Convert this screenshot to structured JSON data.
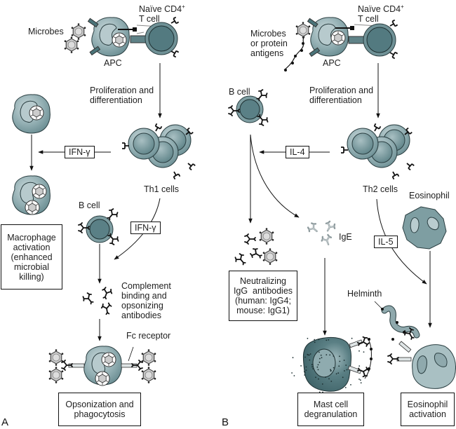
{
  "figure": {
    "panels": [
      {
        "id": "A",
        "letter": "A",
        "labels": {
          "microbes": "Microbes",
          "apc": "APC",
          "naive_t_cell_line1": "Naïve CD4",
          "naive_t_cell_sup": "+",
          "naive_t_cell_line2": "T cell",
          "prolif_line1": "Proliferation and",
          "prolif_line2": "differentiation",
          "th_cells": "Th1 cells",
          "b_cell": "B cell",
          "complement_line1": "Complement",
          "complement_line2": "binding and",
          "complement_line3": "opsonizing",
          "complement_line4": "antibodies",
          "fc_receptor": "Fc receptor"
        },
        "cytokines": {
          "to_macrophage": "IFN-γ",
          "to_b_cell": "IFN-γ"
        },
        "outcomes": {
          "macrophage": [
            "Macrophage",
            "activation",
            "(enhanced",
            "microbial",
            "killing)"
          ],
          "opsonization": [
            "Opsonization and",
            "phagocytosis"
          ]
        }
      },
      {
        "id": "B",
        "letter": "B",
        "labels": {
          "microbes_line1": "Microbes",
          "microbes_line2": "or protein",
          "microbes_line3": "antigens",
          "apc": "APC",
          "naive_t_cell_line1": "Naïve CD4",
          "naive_t_cell_sup": "+",
          "naive_t_cell_line2": "T cell",
          "prolif_line1": "Proliferation and",
          "prolif_line2": "differentiation",
          "th_cells": "Th2 cells",
          "b_cell": "B cell",
          "ige": "IgE",
          "eosinophil": "Eosinophil",
          "helminth": "Helminth"
        },
        "cytokines": {
          "to_b_cell": "IL-4",
          "to_eosinophil": "IL-5"
        },
        "outcomes": {
          "neutralizing": [
            "Neutralizing",
            "IgG  antibodies",
            "(human: IgG4;",
            "mouse: IgG1)"
          ],
          "mast_cell": [
            "Mast cell",
            "degranulation"
          ],
          "eosinophil": [
            "Eosinophil",
            "activation"
          ]
        }
      }
    ],
    "colors": {
      "cell_fill": "#8fa9ad",
      "cell_fill_light": "#b9cccf",
      "nucleus_dark": "#5d8187",
      "mast_cell_fill": "#4e7479",
      "ige_gray": "#9aa5a8",
      "line": "#111111"
    }
  }
}
